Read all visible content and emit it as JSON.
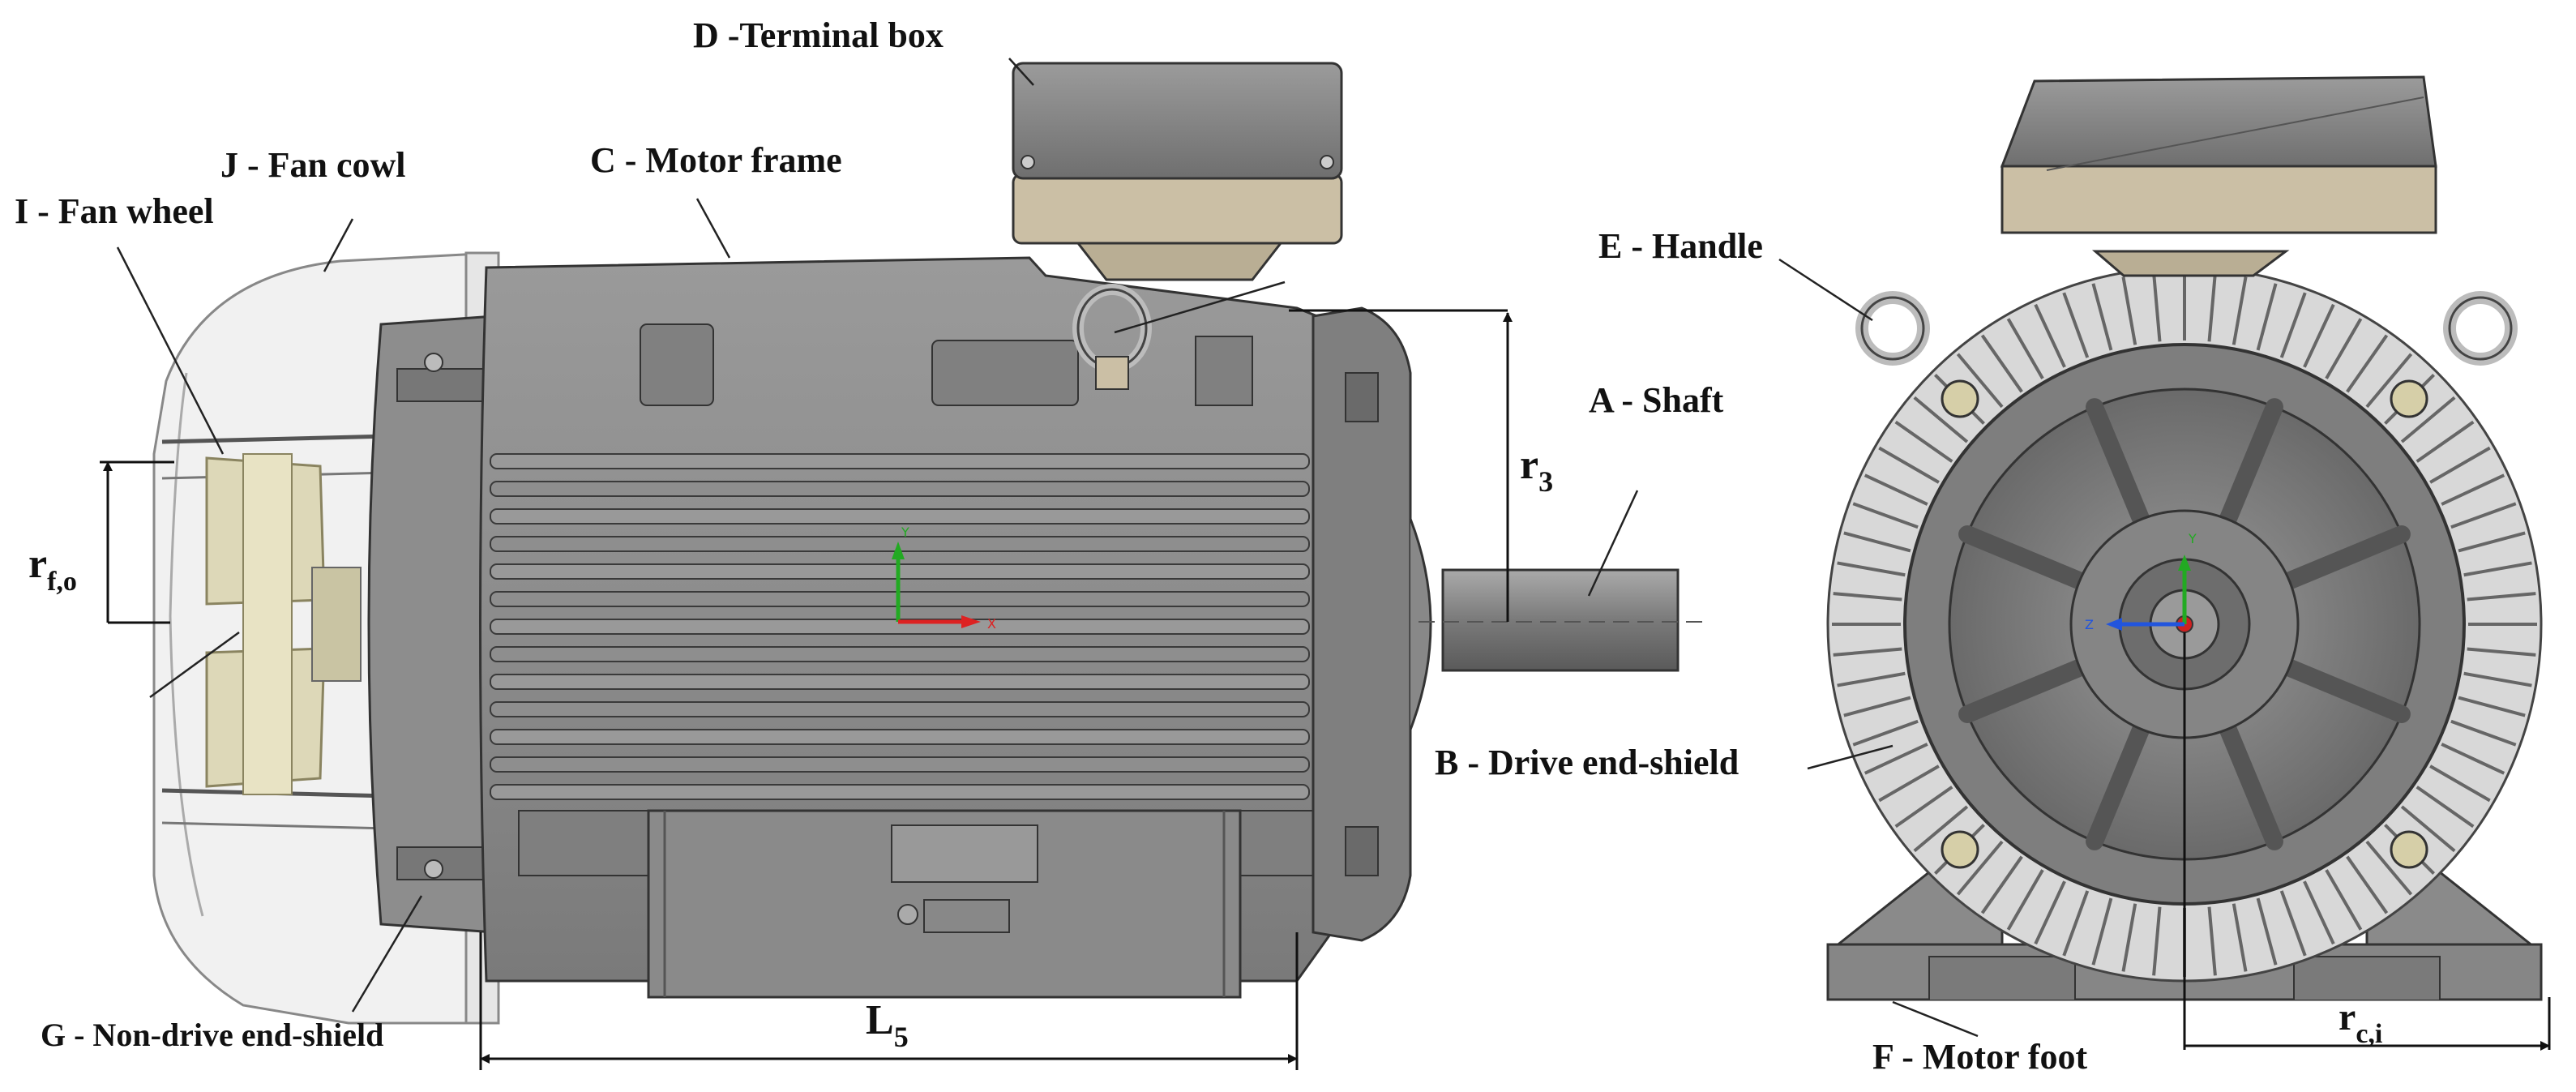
{
  "labels": {
    "terminal_box": "D -Terminal box",
    "fan_cowl": "J - Fan cowl",
    "motor_frame": "C - Motor frame",
    "fan_wheel": "I - Fan wheel",
    "handle": "E - Handle",
    "shaft": "A - Shaft",
    "drive_end_shield": "B - Drive end-shield",
    "non_drive_end_shield": "G - Non-drive end-shield",
    "motor_foot": "F - Motor foot"
  },
  "dimensions": {
    "r3": {
      "base": "r",
      "sub": "3"
    },
    "rfo": {
      "base": "r",
      "sub": "f,o"
    },
    "L5": {
      "base": "L",
      "sub": "5"
    },
    "rci": {
      "base": "r",
      "sub": "c,i"
    }
  },
  "axes": {
    "side_y": "Y",
    "side_x": "X",
    "front_y": "Y",
    "front_z": "Z"
  },
  "colors": {
    "frame": "#8a8a8a",
    "frame_dark": "#5e5e5e",
    "terminal_base": "#cbbfa5",
    "cowl": "#f2f2f2",
    "fan_blade": "#ddd8b8",
    "axis_y": "#22aa22",
    "axis_x": "#dd2222",
    "axis_z": "#2255dd"
  }
}
